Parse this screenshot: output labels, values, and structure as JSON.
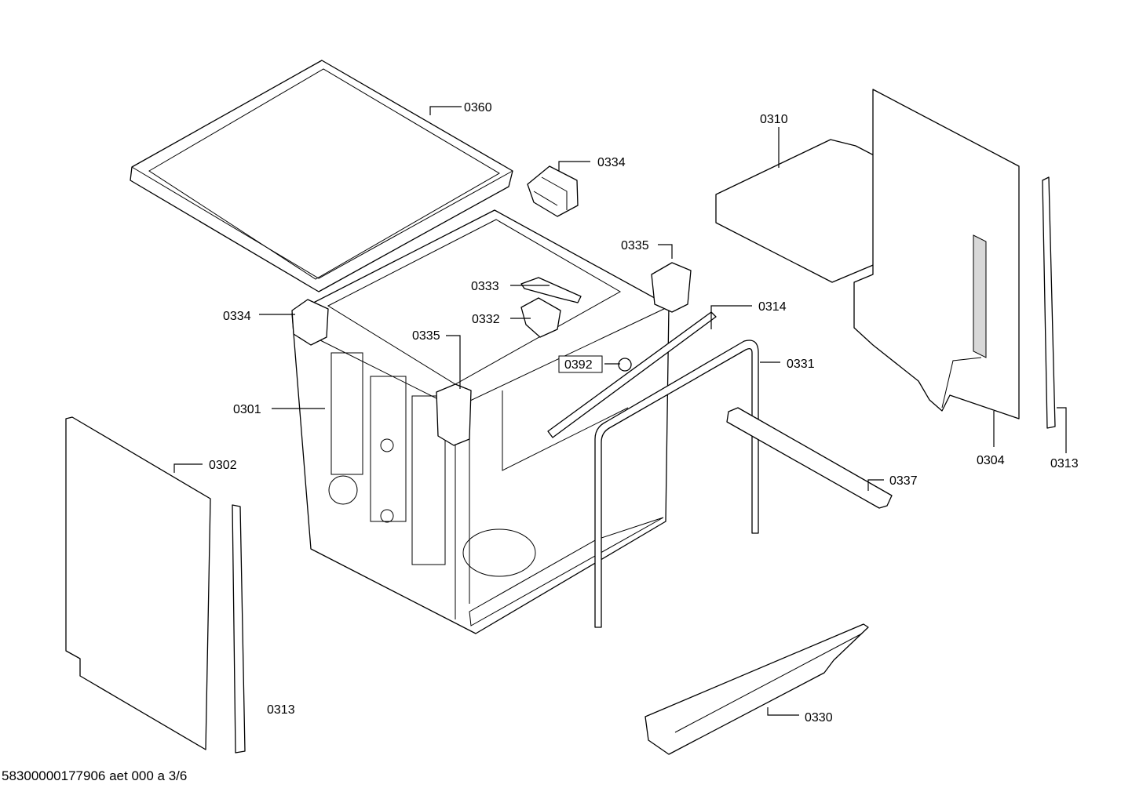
{
  "labels": {
    "p0360": "0360",
    "p0334a": "0334",
    "p0334b": "0334",
    "p0310": "0310",
    "p0335a": "0335",
    "p0335b": "0335",
    "p0333": "0333",
    "p0332": "0332",
    "p0314": "0314",
    "p0392": "0392",
    "p0331": "0331",
    "p0301": "0301",
    "p0302": "0302",
    "p0304": "0304",
    "p0313a": "0313",
    "p0313b": "0313",
    "p0337": "0337",
    "p0330": "0330"
  },
  "footer": "58300000177906 aet 000 a 3/6"
}
